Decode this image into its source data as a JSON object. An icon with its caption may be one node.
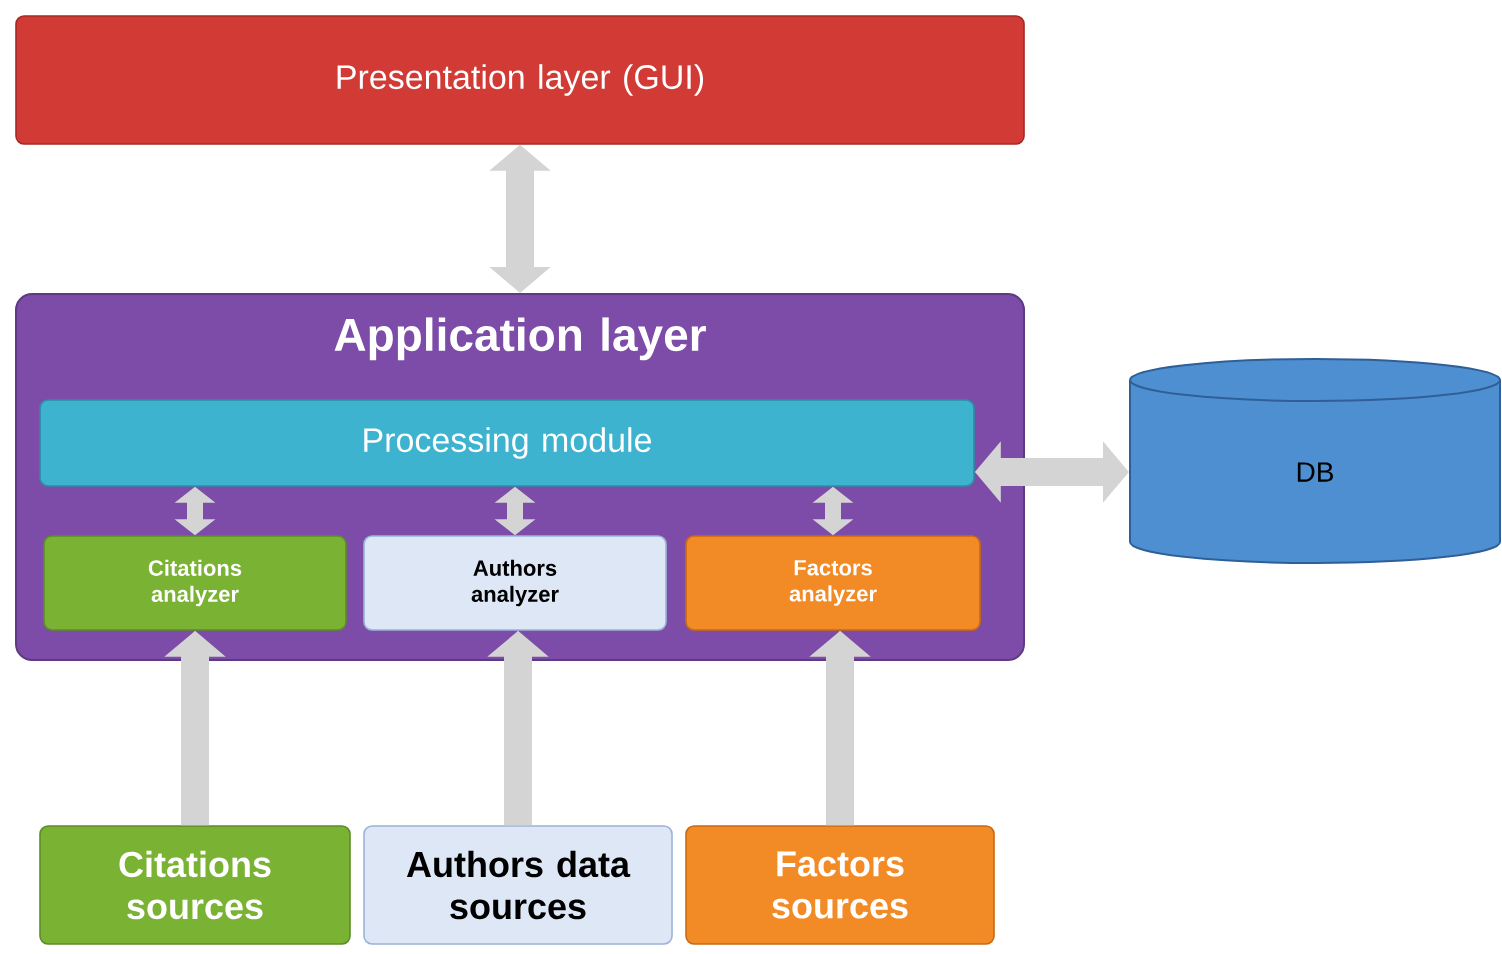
{
  "diagram": {
    "nodes": [
      {
        "text": [
          "Presentation layer (GUI)"
        ]
      },
      {
        "text": [
          "Application layer"
        ]
      },
      {
        "text": [
          "Processing module"
        ],
        "in": 1
      },
      {
        "text": [
          "Citations analyzer"
        ],
        "in": 1
      },
      {
        "text": [
          "Authors analyzer"
        ],
        "in": 1
      },
      {
        "text": [
          "Factors analyzer"
        ],
        "in": 1
      },
      {
        "text": [
          "DB"
        ]
      },
      {
        "text": [
          "Citations sources"
        ]
      },
      {
        "text": [
          "Authors data sources"
        ]
      },
      {
        "text": [
          "Factors sources"
        ]
      }
    ],
    "edges": [
      {
        "from": 0,
        "to": 1,
        "arrow": "both"
      },
      {
        "from": 2,
        "to": 6,
        "arrow": "both"
      },
      {
        "from": 2,
        "to": 3,
        "arrow": "both"
      },
      {
        "from": 2,
        "to": 4,
        "arrow": "both"
      },
      {
        "from": 2,
        "to": 5,
        "arrow": "both"
      },
      {
        "from": 7,
        "to": 3,
        "arrow": "to"
      },
      {
        "from": 8,
        "to": 4,
        "arrow": "to"
      },
      {
        "from": 9,
        "to": 5,
        "arrow": "to"
      }
    ]
  }
}
